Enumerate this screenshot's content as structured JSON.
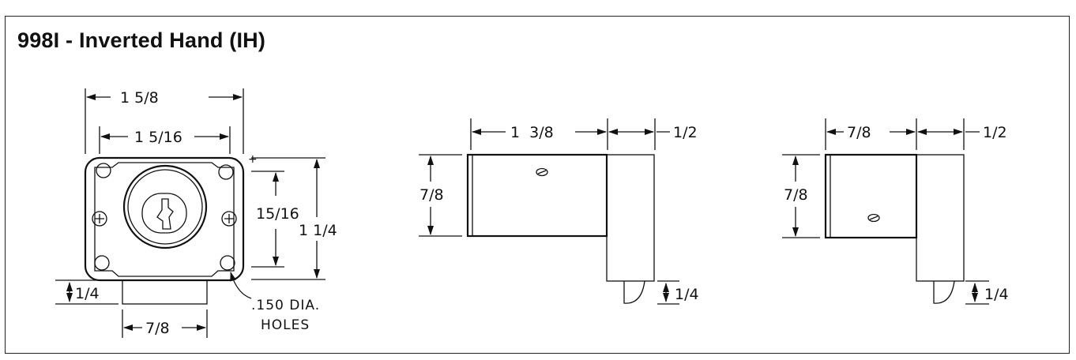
{
  "title": "998I - Inverted Hand (IH)",
  "front_view": {
    "overall_width": "1 5/8",
    "hole_spacing_width": "1 5/16",
    "hole_spacing_height": "15/16",
    "overall_height": "1 1/4",
    "bolt_offset": "1/4",
    "bolt_width": "7/8",
    "hole_note_line1": ".150 DIA.",
    "hole_note_line2": "HOLES"
  },
  "side_view_1": {
    "body_length": "1  3/8",
    "case_depth": "1/2",
    "height": "7/8",
    "bolt_drop": "1/4"
  },
  "side_view_2": {
    "body_length": "7/8",
    "case_depth": "1/2",
    "height": "7/8",
    "bolt_drop": "1/4"
  }
}
